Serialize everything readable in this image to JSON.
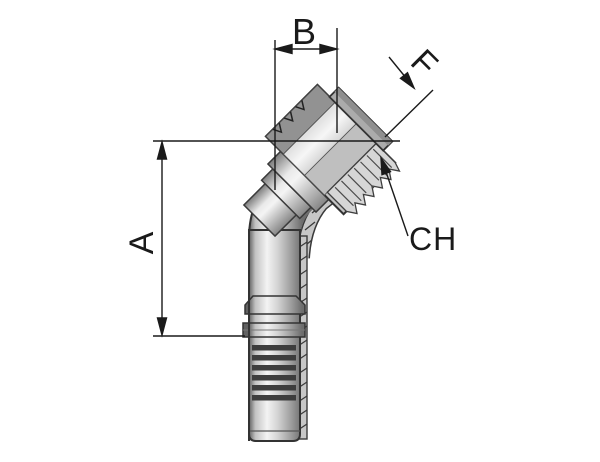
{
  "drawing": {
    "type": "technical-drawing",
    "subject": "45-degree elbow hose fitting",
    "dimensions": {
      "a_label": "A",
      "b_label": "B",
      "f_label": "F",
      "ch_label": "CH"
    },
    "colors": {
      "background": "#ffffff",
      "line": "#1a1a1a",
      "outline": "#333333",
      "metal_light": "#f2f2f2",
      "metal_mid": "#c4c4c4",
      "metal_dark": "#8f8f8f",
      "groove_dark": "#3d3d3d"
    }
  }
}
